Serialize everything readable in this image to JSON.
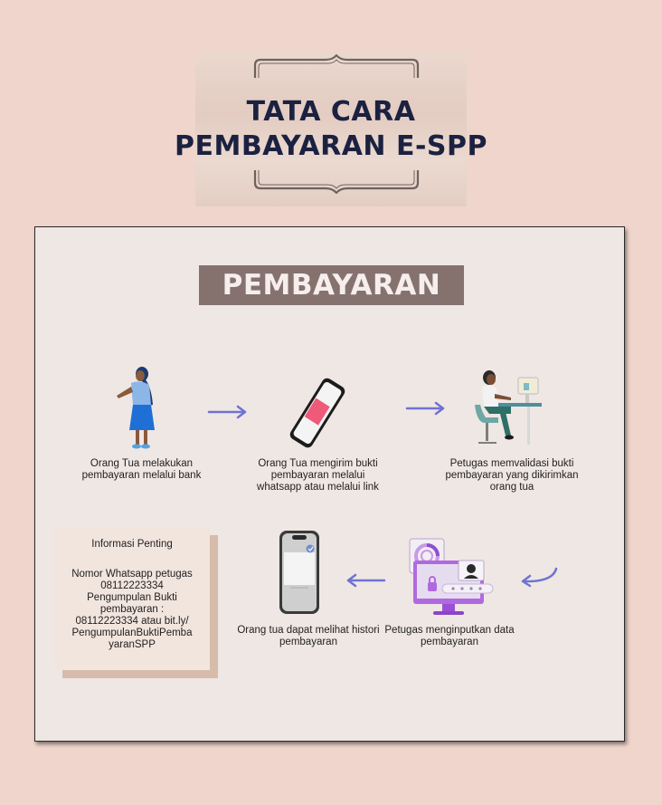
{
  "header": {
    "title_line1": "TATA CARA",
    "title_line2": "PEMBAYARAN E-SPP"
  },
  "section": {
    "title": "PEMBAYARAN"
  },
  "steps": [
    {
      "label": "Orang Tua melakukan pembayaran melalui bank",
      "icon": "parent-figure-icon"
    },
    {
      "label": "Orang Tua mengirim bukti pembayaran melalui whatsapp atau melalui link",
      "icon": "phone-icon"
    },
    {
      "label": "Petugas memvalidasi bukti pembayaran yang dikirimkan orang tua",
      "icon": "officer-desk-icon"
    },
    {
      "label": "Petugas menginputkan data pembayaran",
      "icon": "computer-data-icon"
    },
    {
      "label": "Orang tua dapat melihat histori pembayaran",
      "icon": "phone-history-icon"
    }
  ],
  "info": {
    "title": "Informasi Penting",
    "lines": [
      "Nomor Whatsapp petugas",
      "08112223334",
      "Pengumpulan Bukti",
      "pembayaran :",
      "08112223334 atau bit.ly/",
      "PengumpulanBuktiPemba",
      "yaranSPP"
    ]
  },
  "colors": {
    "background": "#efd5cb",
    "card": "#efe7e4",
    "section_bar": "#85726f",
    "title": "#1b2140",
    "arrow": "#6f73d2"
  }
}
